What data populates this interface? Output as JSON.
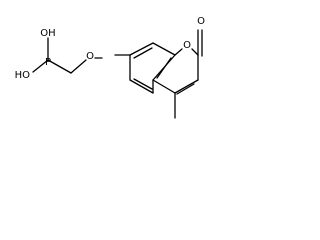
{
  "molecule": {
    "atoms": {
      "carbonyl_o": "O",
      "ring_o": "O",
      "ether_o": "O",
      "phosphorus": "P",
      "hydroxyl_top": "OH",
      "hydroxyl_left": "HO"
    }
  }
}
